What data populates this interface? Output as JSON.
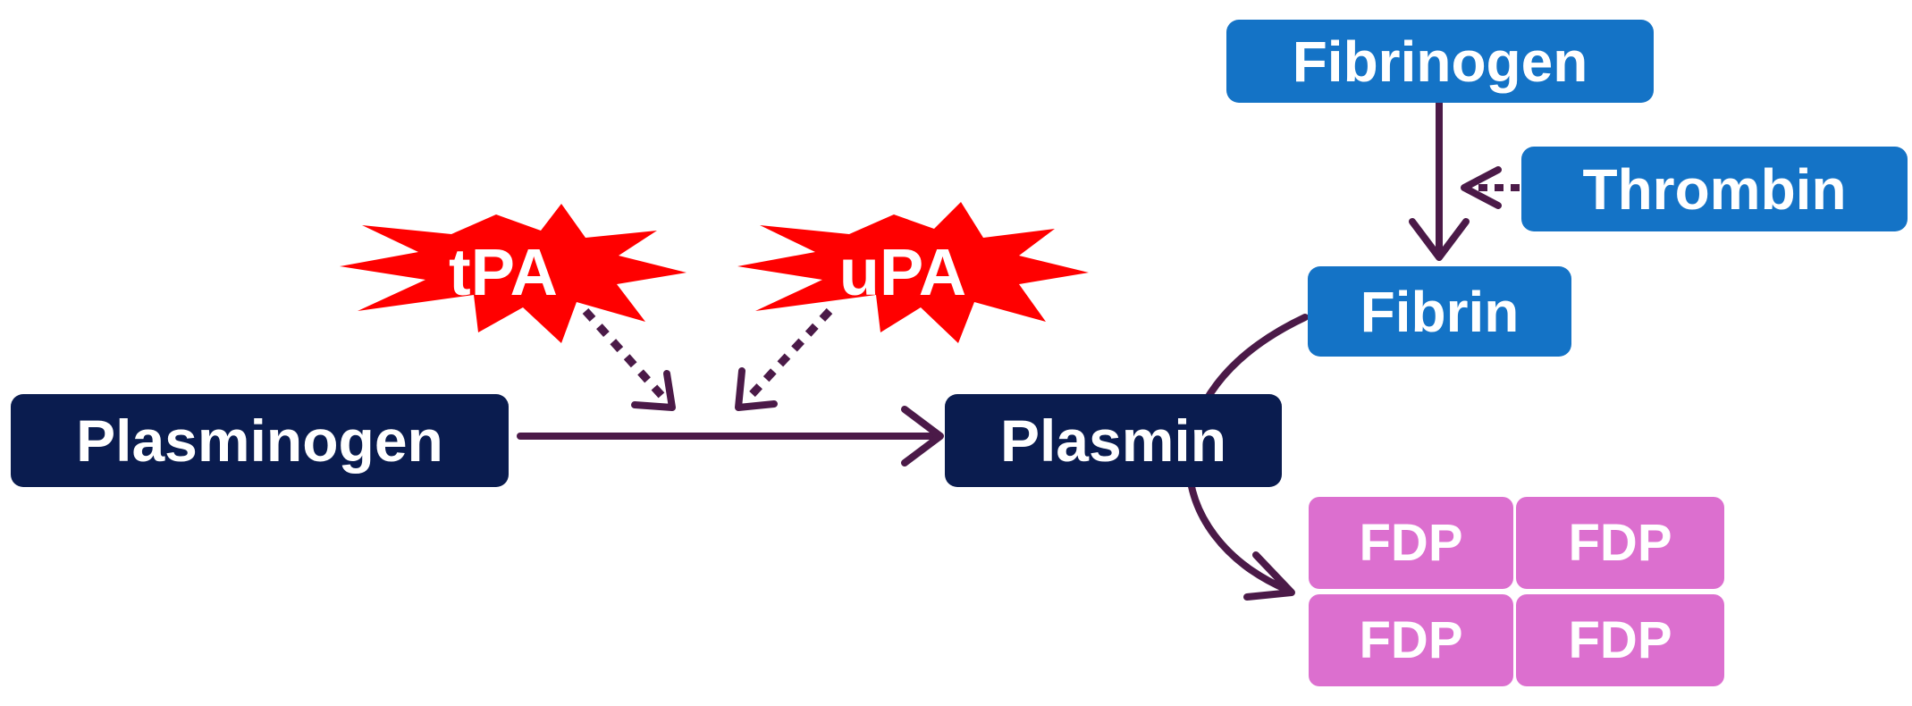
{
  "nodes": {
    "plasminogen": "Plasminogen",
    "plasmin": "Plasmin",
    "fibrinogen": "Fibrinogen",
    "thrombin": "Thrombin",
    "fibrin": "Fibrin",
    "fdp": [
      "FDP",
      "FDP",
      "FDP",
      "FDP"
    ]
  },
  "activators": {
    "tpa": "tPA",
    "upa": "uPA"
  },
  "colors": {
    "navy_box": "#0a1c4f",
    "blue_box": "#1473c6",
    "fdp_box": "#dc6fcf",
    "activator_star": "#ff0000",
    "arrow": "#4b1a48"
  }
}
